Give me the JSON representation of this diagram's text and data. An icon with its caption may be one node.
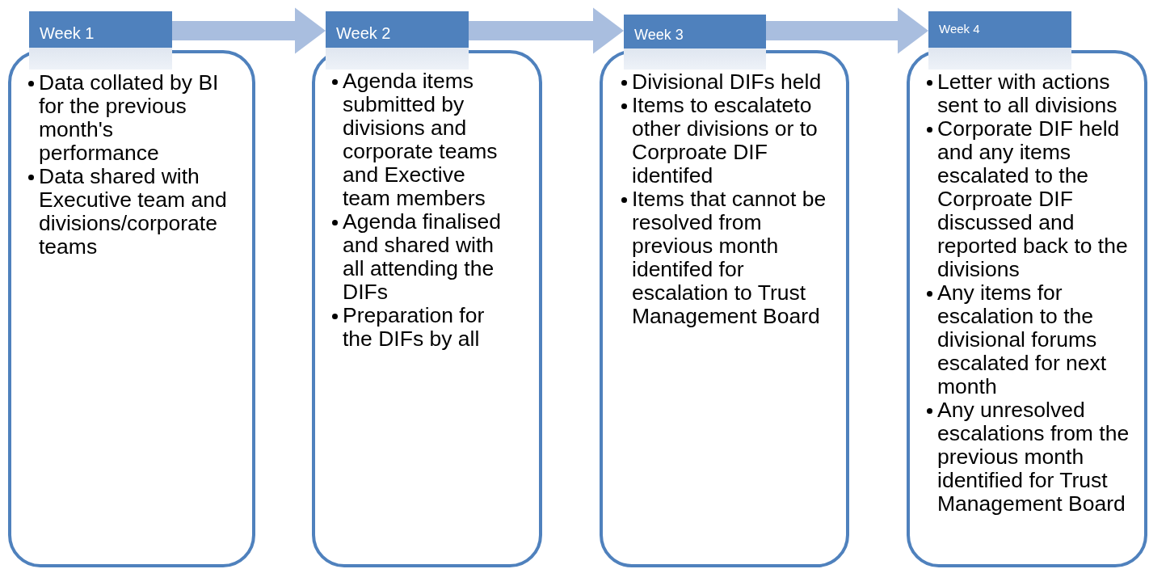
{
  "diagram": {
    "nodes": [
      {
        "text": [
          "Week 1"
        ]
      },
      {
        "text": [
          "Data collated by BI for the previous month's performance",
          "Data shared with Executive team and divisions/corporate teams"
        ]
      },
      {
        "text": [
          "Week 2"
        ]
      },
      {
        "text": [
          "Agenda items submitted by divisions and corporate teams and Exective team members",
          "Agenda finalised and shared with all attending the DIFs",
          "Preparation for the DIFs by all"
        ]
      },
      {
        "text": [
          "Week 3"
        ]
      },
      {
        "text": [
          "Divisional DIFs held",
          "Items to escalateto other divisions or to Corproate DIF identifed",
          "Items that cannot be resolved from previous month identifed for escalation to Trust Management Board"
        ]
      },
      {
        "text": [
          "Week 4"
        ]
      },
      {
        "text": [
          "Letter with actions sent to all divisions",
          "Corporate DIF held and any items escalated to the Corproate DIF discussed and reported back to the divisions",
          "Any items for escalation to the divisional forums escalated for next month",
          "Any unresolved escalations from the previous month identified for Trust Management Board"
        ]
      }
    ],
    "edges": [
      {
        "from": 0,
        "to": 2,
        "arrow": "to"
      },
      {
        "from": 2,
        "to": 4,
        "arrow": "to"
      },
      {
        "from": 4,
        "to": 6,
        "arrow": "to"
      }
    ]
  }
}
